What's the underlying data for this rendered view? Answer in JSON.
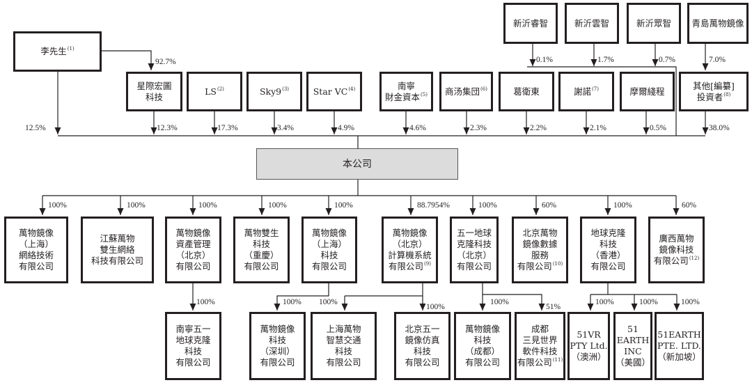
{
  "entities": [
    {
      "id": "xinyi_ruizhi",
      "lines": [
        "新沂睿智"
      ],
      "note": ""
    },
    {
      "id": "xinyi_yunzhi",
      "lines": [
        "新沂雲智"
      ],
      "note": ""
    },
    {
      "id": "xinyi_zhongzhi",
      "lines": [
        "新沂眾智"
      ],
      "note": ""
    },
    {
      "id": "qingdao",
      "lines": [
        "青島萬物鏡像"
      ],
      "note": ""
    },
    {
      "id": "mr_li",
      "lines": [
        "李先生"
      ],
      "note": "(1)"
    },
    {
      "id": "xingji",
      "lines": [
        "星際宏圖",
        "科技"
      ],
      "note": ""
    },
    {
      "id": "ls",
      "lines": [
        "LS"
      ],
      "note": "(2)"
    },
    {
      "id": "sky9",
      "lines": [
        "Sky9"
      ],
      "note": "(3)"
    },
    {
      "id": "starvc",
      "lines": [
        "Star VC"
      ],
      "note": "(4)"
    },
    {
      "id": "nanning_caijin",
      "lines": [
        "南寧",
        "財金資本"
      ],
      "note": "(5)"
    },
    {
      "id": "sensetime",
      "lines": [
        "商汤集団"
      ],
      "note": "(6)"
    },
    {
      "id": "ge",
      "lines": [
        "葛衛東"
      ],
      "note": ""
    },
    {
      "id": "xienuo",
      "lines": [
        "謝諾"
      ],
      "note": "(7)"
    },
    {
      "id": "moore",
      "lines": [
        "摩爾綫程"
      ],
      "note": ""
    },
    {
      "id": "others",
      "lines": [
        "其他[編纂]",
        "投資者"
      ],
      "note": "(8)"
    },
    {
      "id": "company",
      "lines": [
        "本公司"
      ],
      "note": ""
    },
    {
      "id": "s1",
      "lines": [
        "萬物鏡像",
        "（上海）",
        "網絡技術",
        "有限公司"
      ],
      "note": ""
    },
    {
      "id": "s2",
      "lines": [
        "江蘇萬物",
        "雙生網絡",
        "科技有限公司"
      ],
      "note": ""
    },
    {
      "id": "s3",
      "lines": [
        "萬物鏡像",
        "資產管理",
        "（北京）",
        "有限公司"
      ],
      "note": ""
    },
    {
      "id": "s4",
      "lines": [
        "萬物雙生",
        "科技",
        "（重慶）",
        "有限公司"
      ],
      "note": ""
    },
    {
      "id": "s5",
      "lines": [
        "萬物鏡像",
        "（上海）",
        "科技",
        "有限公司"
      ],
      "note": ""
    },
    {
      "id": "s6",
      "lines": [
        "萬物鏡像",
        "（北京）",
        "計算機系統",
        "有限公司"
      ],
      "note": "(9)"
    },
    {
      "id": "s7",
      "lines": [
        "五一地球",
        "克隆科技",
        "（北京）",
        "有限公司"
      ],
      "note": ""
    },
    {
      "id": "s8",
      "lines": [
        "北京萬物",
        "鏡像數據",
        "服務",
        "有限公司"
      ],
      "note": "(10)"
    },
    {
      "id": "s9",
      "lines": [
        "地球克隆",
        "科技",
        "（香港）",
        "有限公司"
      ],
      "note": ""
    },
    {
      "id": "s10",
      "lines": [
        "廣西萬物",
        "鏡像科技",
        "有限公司"
      ],
      "note": "(12)"
    },
    {
      "id": "t1",
      "lines": [
        "南寧五一",
        "地球克隆",
        "科技",
        "有限公司"
      ],
      "note": ""
    },
    {
      "id": "t2",
      "lines": [
        "萬物鏡像",
        "科技",
        "（深圳）",
        "有限公司"
      ],
      "note": ""
    },
    {
      "id": "t3",
      "lines": [
        "上海萬物",
        "智慧交通",
        "科技",
        "有限公司"
      ],
      "note": ""
    },
    {
      "id": "t4",
      "lines": [
        "北京五一",
        "鏡像仿真",
        "科技",
        "有限公司"
      ],
      "note": ""
    },
    {
      "id": "t5",
      "lines": [
        "萬物鏡像",
        "科技",
        "（成都）",
        "有限公司"
      ],
      "note": ""
    },
    {
      "id": "t6",
      "lines": [
        "成都",
        "三見世界",
        "軟件科技",
        "有限公司"
      ],
      "note": "(11)"
    },
    {
      "id": "t7",
      "lines": [
        "51VR",
        "PTY Ltd.",
        "（澳洲）"
      ],
      "note": ""
    },
    {
      "id": "t8",
      "lines": [
        "51",
        "EARTH",
        "INC",
        "（美國）"
      ],
      "note": ""
    },
    {
      "id": "t9",
      "lines": [
        "51EARTH",
        "PTE. LTD.",
        "（新加坡）"
      ],
      "note": ""
    }
  ],
  "percentages": [
    {
      "id": "li_xingji",
      "value": "92.7%"
    },
    {
      "id": "ruizhi_ge",
      "value": "0.1%"
    },
    {
      "id": "yunzhi_xienuo",
      "value": "1.7%"
    },
    {
      "id": "zhongzhi_moore",
      "value": "0.7%"
    },
    {
      "id": "qingdao_others",
      "value": "7.0%"
    },
    {
      "id": "li_co",
      "value": "12.5%"
    },
    {
      "id": "xingji_co",
      "value": "12.3%"
    },
    {
      "id": "ls_co",
      "value": "17.3%"
    },
    {
      "id": "sky9_co",
      "value": "3.4%"
    },
    {
      "id": "starvc_co",
      "value": "4.9%"
    },
    {
      "id": "nanning_co",
      "value": "4.6%"
    },
    {
      "id": "sensetime_co",
      "value": "2.3%"
    },
    {
      "id": "ge_co",
      "value": "2.2%"
    },
    {
      "id": "xienuo_co",
      "value": "2.1%"
    },
    {
      "id": "moore_co",
      "value": "0.5%"
    },
    {
      "id": "others_co",
      "value": "38.0%"
    },
    {
      "id": "co_s1",
      "value": "100%"
    },
    {
      "id": "co_s2",
      "value": "100%"
    },
    {
      "id": "co_s3",
      "value": "100%"
    },
    {
      "id": "co_s4",
      "value": "100%"
    },
    {
      "id": "co_s5",
      "value": "100%"
    },
    {
      "id": "co_s6",
      "value": "88.7954%"
    },
    {
      "id": "co_s7",
      "value": "100%"
    },
    {
      "id": "co_s8",
      "value": "60%"
    },
    {
      "id": "co_s9",
      "value": "100%"
    },
    {
      "id": "co_s10",
      "value": "60%"
    },
    {
      "id": "s3_t1",
      "value": "100%"
    },
    {
      "id": "s5_t2",
      "value": "100%"
    },
    {
      "id": "s6_t3",
      "value": "100%"
    },
    {
      "id": "s6_t4",
      "value": "100%"
    },
    {
      "id": "s7_t5",
      "value": "100%"
    },
    {
      "id": "s7_t6",
      "value": "51%"
    },
    {
      "id": "s9_t7",
      "value": "100%"
    },
    {
      "id": "s9_t8",
      "value": "100%"
    },
    {
      "id": "s9_t9",
      "value": "100%"
    }
  ]
}
